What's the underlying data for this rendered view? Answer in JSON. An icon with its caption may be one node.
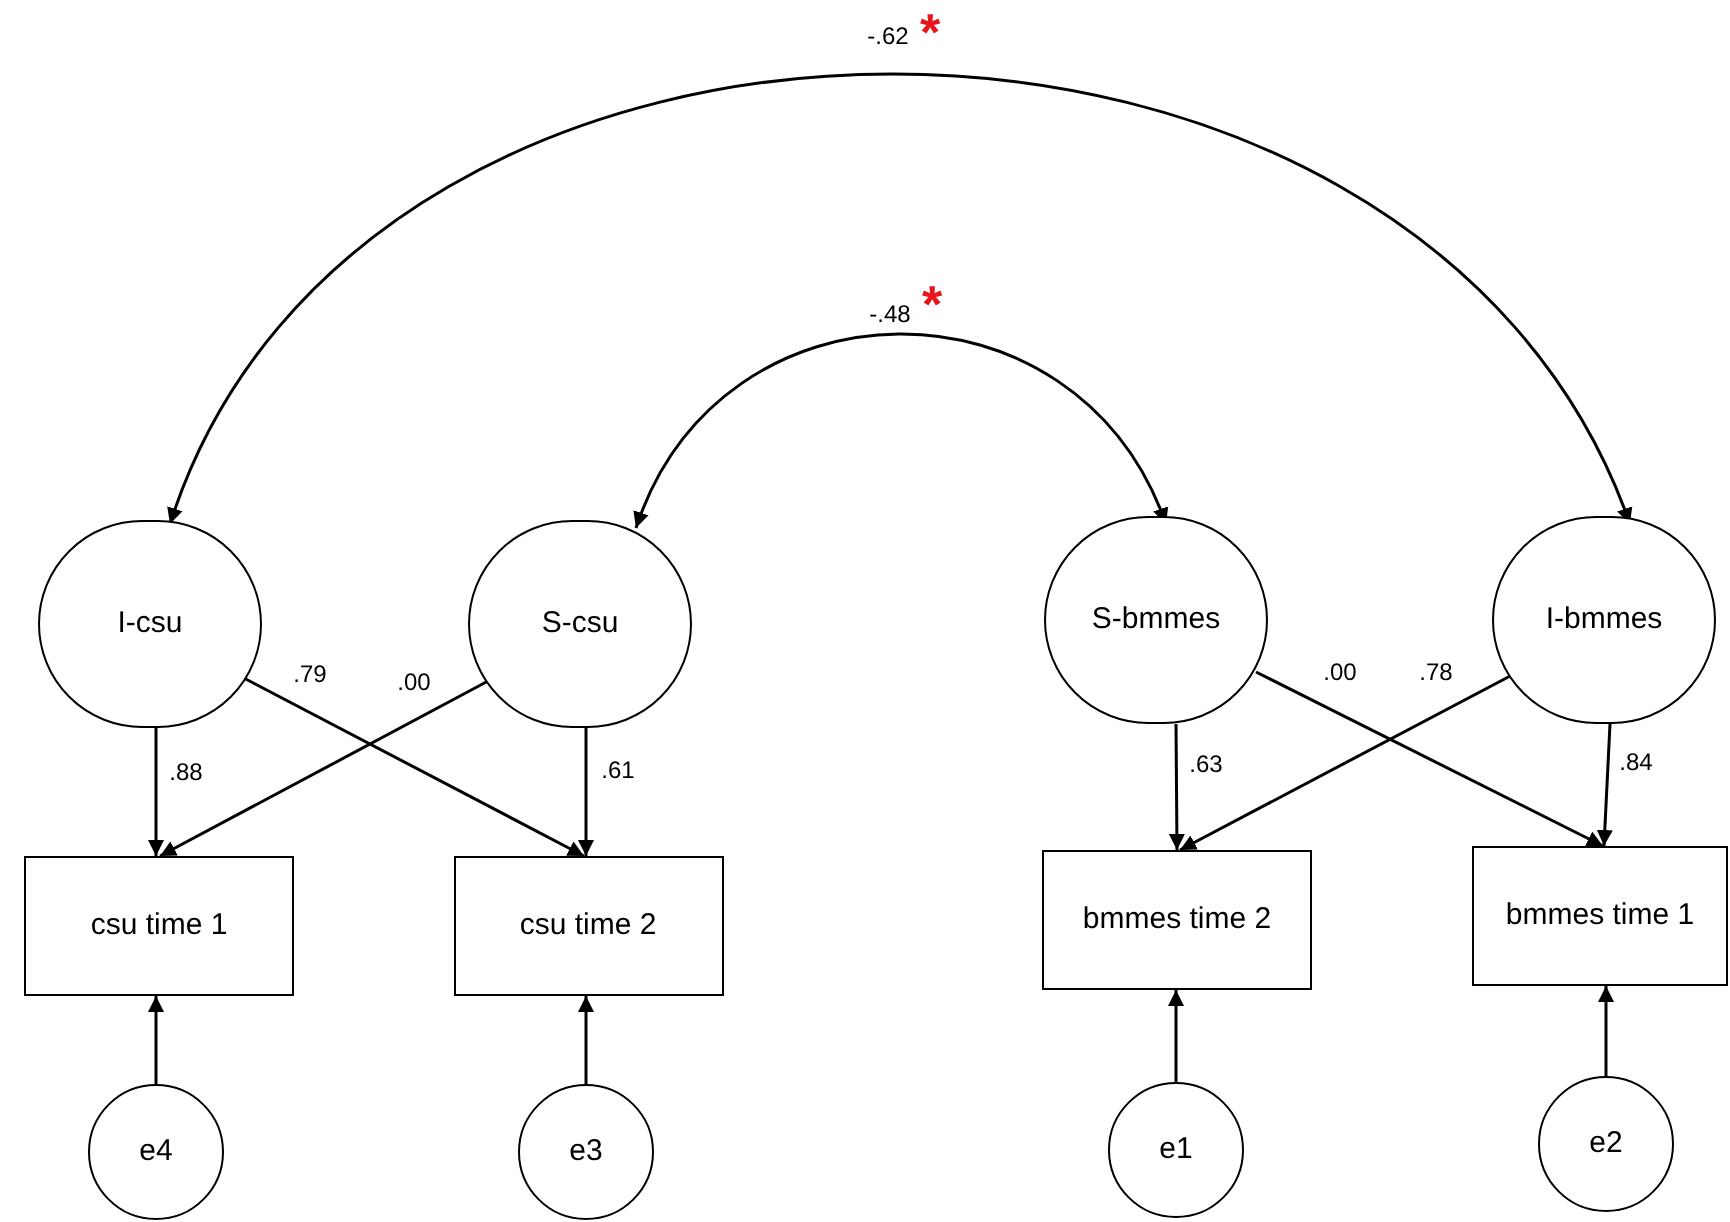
{
  "diagram": {
    "nodes": [
      {
        "text": [
          "I-csu"
        ]
      },
      {
        "text": [
          "S-csu"
        ]
      },
      {
        "text": [
          "S-bmmes"
        ]
      },
      {
        "text": [
          "I-bmmes"
        ]
      },
      {
        "text": [
          "csu time 1"
        ]
      },
      {
        "text": [
          "csu time 2"
        ]
      },
      {
        "text": [
          "bmmes time 2"
        ]
      },
      {
        "text": [
          "bmmes time 1"
        ]
      },
      {
        "text": [
          "e4"
        ]
      },
      {
        "text": [
          "e3"
        ]
      },
      {
        "text": [
          "e1"
        ]
      },
      {
        "text": [
          "e2"
        ]
      }
    ],
    "edges": [
      {
        "from": 0,
        "to": 3,
        "arrow": "both",
        "label": "-.62"
      },
      {
        "from": 1,
        "to": 2,
        "arrow": "both",
        "label": "-.48"
      },
      {
        "from": 0,
        "to": 4,
        "arrow": "to",
        "label": ".88"
      },
      {
        "from": 0,
        "to": 5,
        "arrow": "to",
        "label": ".79"
      },
      {
        "from": 1,
        "to": 4,
        "arrow": "to",
        "label": ".00"
      },
      {
        "from": 1,
        "to": 5,
        "arrow": "to",
        "label": ".61"
      },
      {
        "from": 2,
        "to": 6,
        "arrow": "to",
        "label": ".63"
      },
      {
        "from": 2,
        "to": 7,
        "arrow": "to",
        "label": ".00"
      },
      {
        "from": 3,
        "to": 6,
        "arrow": "to",
        "label": ".78"
      },
      {
        "from": 3,
        "to": 7,
        "arrow": "to",
        "label": ".84"
      },
      {
        "from": 8,
        "to": 4,
        "arrow": "to"
      },
      {
        "from": 9,
        "to": 5,
        "arrow": "to"
      },
      {
        "from": 10,
        "to": 6,
        "arrow": "to"
      },
      {
        "from": 11,
        "to": 7,
        "arrow": "to"
      }
    ],
    "labels": [
      "*",
      "*"
    ]
  }
}
